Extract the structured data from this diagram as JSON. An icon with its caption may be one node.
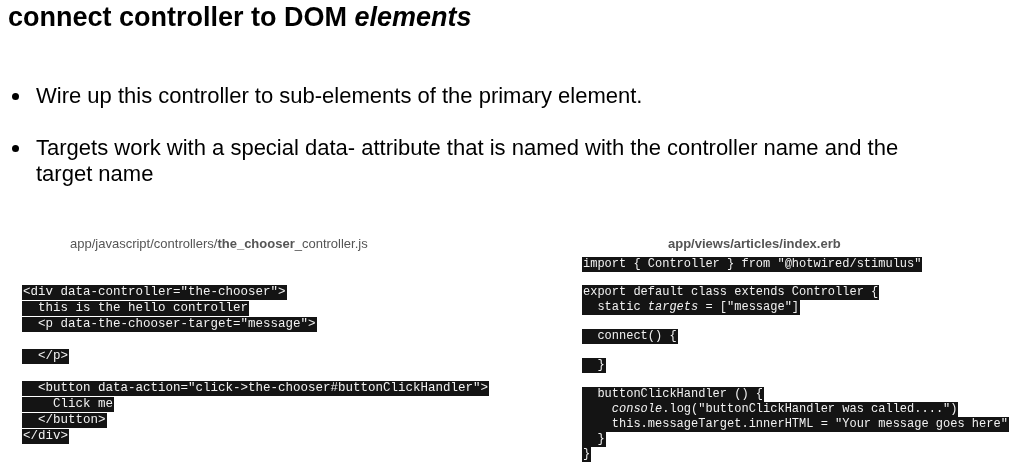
{
  "diagram": {
    "title": "connect controller to DOM *elements*",
    "labels": [
      "Wire up this controller to sub-elements of the primary element.",
      "Targets work with a special data- attribute that is named with the controller name and the target name",
      "app/javascript/controllers/**the_chooser**_controller.js",
      "<div data-controller=\"the-chooser\">",
      "  this is the hello controller",
      "  <p data-the-chooser-target=\"message\">",
      "  </p>",
      "  <button data-action=\"click->the-chooser#buttonClickHandler\">",
      "    Click me",
      "  </button>",
      "</div>",
      "**app/views/articles/index.erb**",
      "import { Controller } from \"@hotwired/stimulus\"",
      "export default class extends Controller {",
      "  static *targets* = [\"message\"]",
      "  connect() {",
      "  }",
      "  buttonClickHandler () {",
      "    *console*.log(\"buttonClickHandler was called....\")",
      "    this.messageTarget.innerHTML = \"Your message goes here\"",
      "  }",
      "}"
    ]
  }
}
